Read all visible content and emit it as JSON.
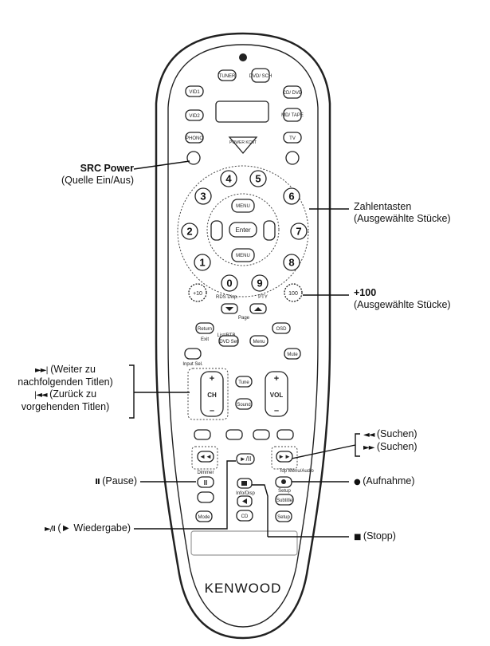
{
  "brand": "KENWOOD",
  "remote_buttons": {
    "tuner": "TUNER",
    "dvd_sch": "DVD/ SCH",
    "vid1": "VID1",
    "cd_dvd": "CD/ DVD",
    "vid2": "VID2",
    "md_tape": "MD/ TAPE",
    "phono": "PHONO",
    "tv": "TV",
    "power_kcnt": "POWER KCNT",
    "enter": "Enter",
    "menu_up": "MENU",
    "menu_down": "MENU",
    "plus10": "+10",
    "plus100": "100",
    "rds_disp": "RDS Disp.",
    "pty": "PTY",
    "page": "Page",
    "return": "Return",
    "exit": "Exit",
    "osd": "OSD",
    "list_rtb": "List/RTB",
    "dvd_set": "DVD Set",
    "menu": "Menu",
    "mute": "Mute",
    "input_sel": "Input Sel.",
    "tune": "Tune",
    "sound": "Sound",
    "ch": "CH",
    "vol": "VOL",
    "dimmer": "Dimmer",
    "top_menu": "Top Menu/Audio",
    "info": "Info/Disp",
    "setup": "Setup",
    "subtitle": "Subtitle",
    "cd": "CD",
    "mode": "Mode",
    "numbers": [
      "1",
      "2",
      "3",
      "4",
      "5",
      "6",
      "7",
      "8",
      "9",
      "0"
    ]
  },
  "callouts": {
    "src_power": {
      "title": "SRC Power",
      "desc": "(Quelle Ein/Aus)"
    },
    "zahlentasten": {
      "line1": "Zahlentasten",
      "line2": "(Ausgewählte Stücke)"
    },
    "plus100": {
      "title": "+100",
      "desc": "(Ausgewählte Stücke)"
    },
    "skip": {
      "line1_sym": "►►|",
      "line1": " (Weiter zu",
      "line2": "nachfolgenden Titlen)",
      "line3_sym": "|◄◄",
      "line3": " (Zurück zu",
      "line4": "vorgehenden Titlen)"
    },
    "search": {
      "line1_sym": "◄◄",
      "line1": " (Suchen)",
      "line2_sym": "►►",
      "line2": " (Suchen)"
    },
    "pause": {
      "sym": "II",
      "text": " (Pause)"
    },
    "record": {
      "sym": "●",
      "text": " (Aufnahme)"
    },
    "play": {
      "sym": "►/II",
      "text": " (► Wiedergabe)"
    },
    "stop": {
      "sym": "■",
      "text": " (Stopp)"
    }
  }
}
